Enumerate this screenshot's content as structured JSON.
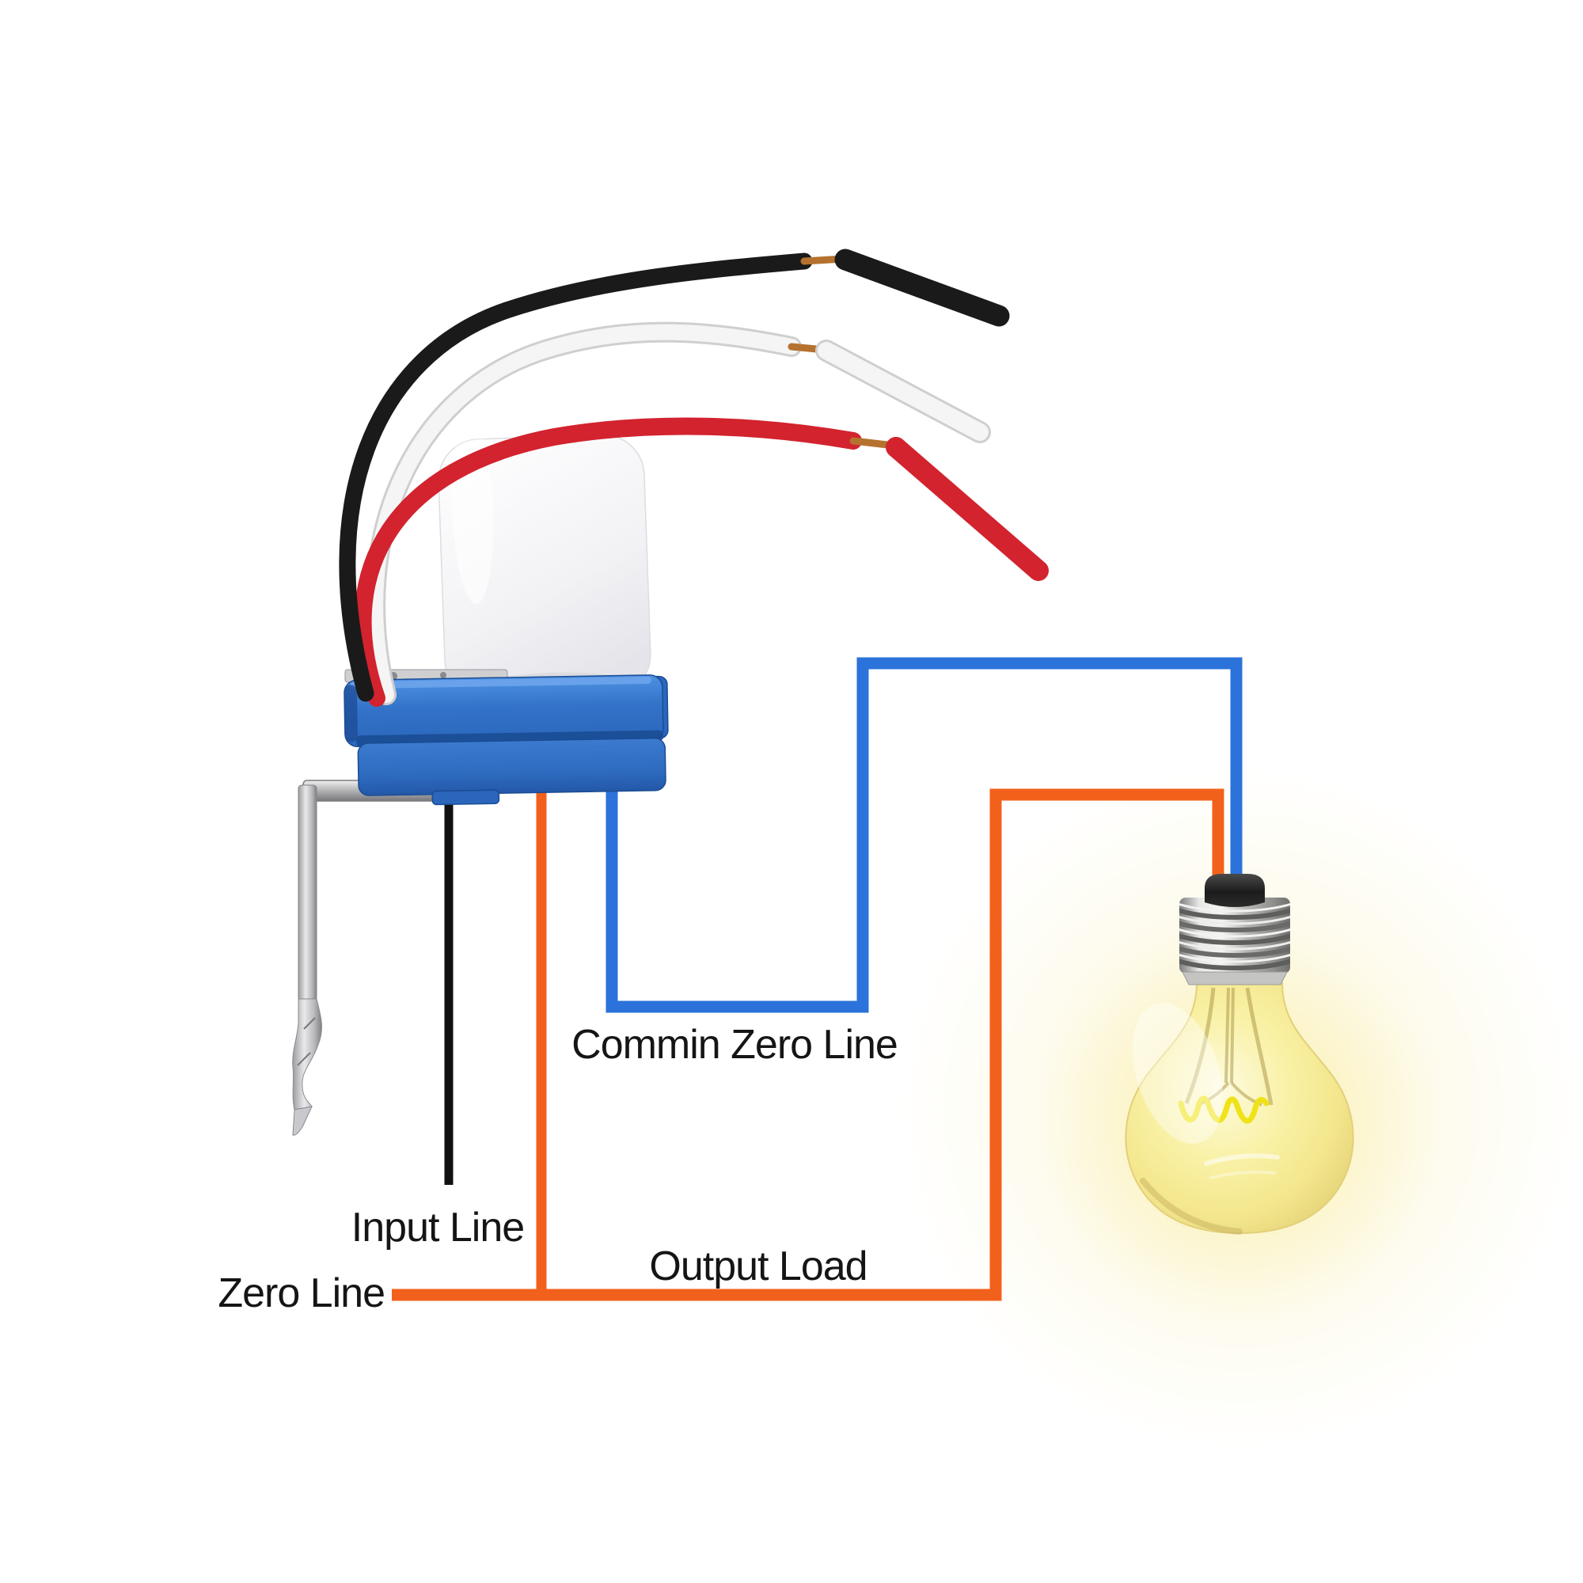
{
  "labels": {
    "common_zero_line": "Commin Zero Line",
    "input_line": "Input Line",
    "zero_line": "Zero Line",
    "output_load": "Output Load"
  },
  "wiring": {
    "input_line_wire_color_name": "black",
    "zero_line_wire_color_name": "orange",
    "common_zero_line_wire_color_name": "blue",
    "output_load_wire_color_name": "orange",
    "device_pigtail_wires": [
      "black",
      "white",
      "red"
    ],
    "load": "incandescent light bulb (lit)"
  },
  "colors": {
    "background": "#ffffff",
    "label_text": "#151515",
    "blue_line": "#2B73DA",
    "orange_line": "#F2611B",
    "input_line_black": "#111111",
    "wire_black": "#1A1A1A",
    "wire_white": "#F5F5F5",
    "wire_white_outline": "#CFCFCF",
    "wire_red": "#D2232E",
    "bare_copper": "#B5722F",
    "device_blue": "#3272C8",
    "device_blue_dark": "#1A4C94",
    "sensor_dome_white": "#F4F4F7",
    "bracket_silver": "#C9C9CD",
    "bulb_cap_black": "#1F1F1F",
    "bulb_glow_yellow": "#FAF0B4",
    "filament_yellow": "#EFE318"
  }
}
